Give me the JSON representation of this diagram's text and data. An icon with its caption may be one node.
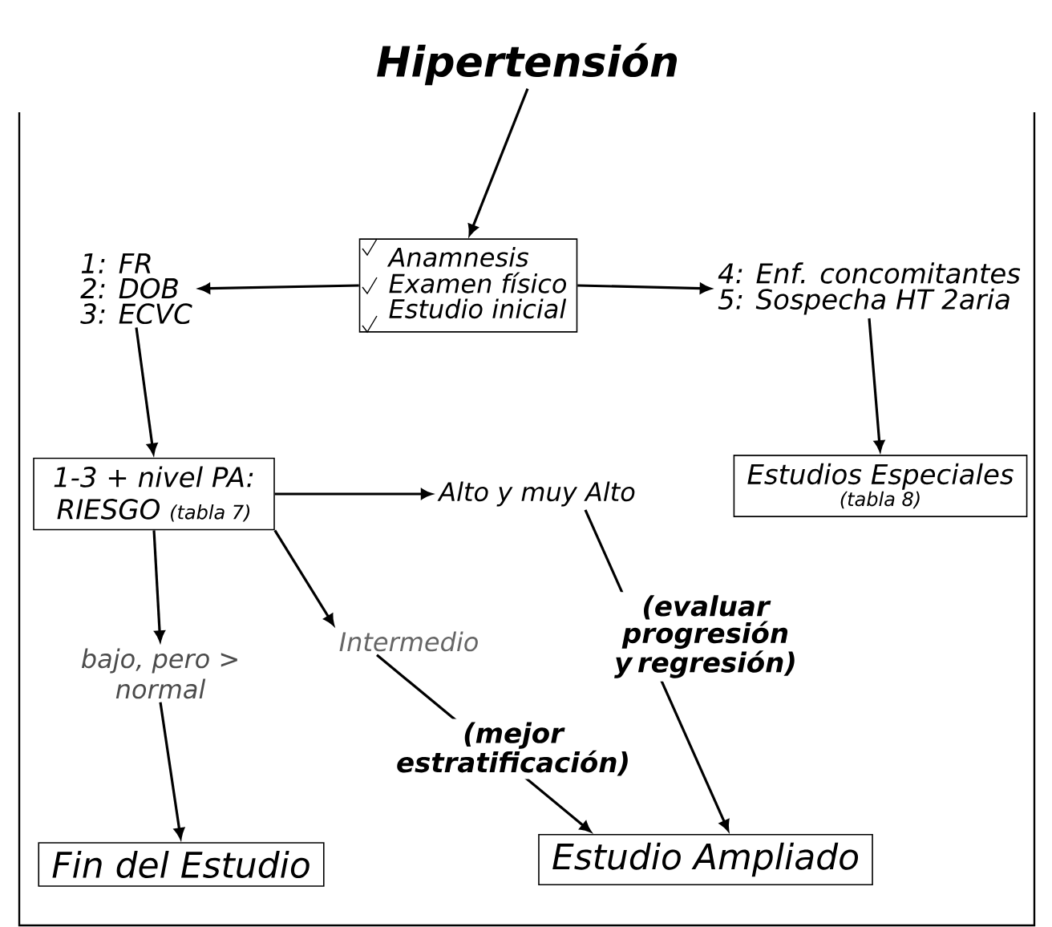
{
  "diagram": {
    "nodes": [
      {
        "text": [
          "Hipertensión"
        ]
      },
      {
        "text": [
          "Anamnesis",
          "Examen físico",
          "Estudio inicial"
        ]
      },
      {
        "text": [
          "1: FR",
          "2: DOB",
          "3: ECVC"
        ]
      },
      {
        "text": [
          "4: Enf. concomitantes",
          "5: Sospecha HT 2aria"
        ]
      },
      {
        "text": [
          "1-3 + nivel PA: RIESGO",
          "(tabla 7)"
        ]
      },
      {
        "text": [
          "Estudios Especiales",
          "(tabla 8)"
        ]
      },
      {
        "text": [
          "Alto y muy Alto"
        ]
      },
      {
        "text": [
          "Intermedio"
        ]
      },
      {
        "text": [
          "bajo, pero > normal"
        ]
      },
      {
        "text": [
          "Fin del Estudio"
        ]
      },
      {
        "text": [
          "Estudio Ampliado"
        ]
      }
    ],
    "edges": [
      {
        "from": 0,
        "to": 1,
        "arrow": "to"
      },
      {
        "from": 1,
        "to": 2,
        "arrow": "to"
      },
      {
        "from": 1,
        "to": 3,
        "arrow": "to"
      },
      {
        "from": 2,
        "to": 4,
        "arrow": "to"
      },
      {
        "from": 3,
        "to": 5,
        "arrow": "to"
      },
      {
        "from": 4,
        "to": 6,
        "arrow": "to"
      },
      {
        "from": 4,
        "to": 7,
        "arrow": "to"
      },
      {
        "from": 4,
        "to": 8,
        "arrow": "to"
      },
      {
        "from": 8,
        "to": 9,
        "arrow": "to"
      },
      {
        "from": 7,
        "to": 10,
        "arrow": "to",
        "label": "(mejor estratificación)"
      },
      {
        "from": 6,
        "to": 10,
        "arrow": "to",
        "label": "(evaluar progresión y regresión)"
      }
    ]
  }
}
